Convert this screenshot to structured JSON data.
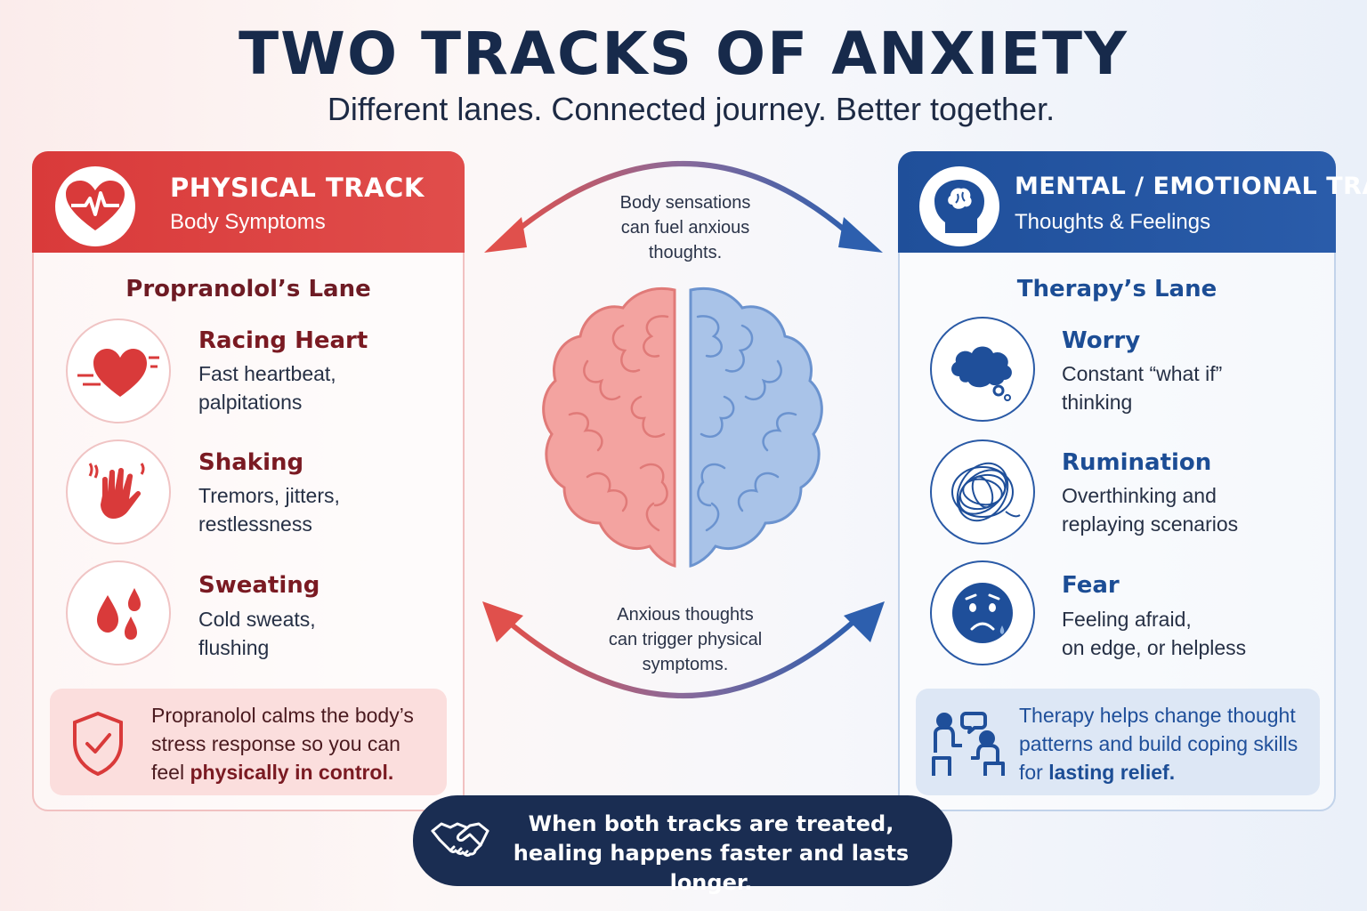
{
  "header": {
    "title": "TWO TRACKS OF ANXIETY",
    "subtitle": "Different lanes. Connected journey. Better together."
  },
  "colors": {
    "physical_red": "#d93a3a",
    "mental_blue": "#1f4f9a",
    "footer_navy": "#1a2d52"
  },
  "physical_track": {
    "title": "PHYSICAL TRACK",
    "subtitle": "Body Symptoms",
    "icon": "heartbeat-icon",
    "lane_title": "Propranolol’s Lane",
    "items": [
      {
        "title": "Racing Heart",
        "desc1": "Fast heartbeat,",
        "desc2": "palpitations",
        "icon": "racing-heart-icon"
      },
      {
        "title": "Shaking",
        "desc1": "Tremors, jitters,",
        "desc2": "restlessness",
        "icon": "shaking-hand-icon"
      },
      {
        "title": "Sweating",
        "desc1": "Cold sweats,",
        "desc2": "flushing",
        "icon": "sweat-drops-icon"
      }
    ],
    "callout": {
      "icon": "shield-check-icon",
      "text": "Propranolol calms the body’s stress response so you can feel ",
      "bold": "physically in control."
    }
  },
  "mental_track": {
    "title": "MENTAL / EMOTIONAL TRACK",
    "subtitle": "Thoughts & Feelings",
    "icon": "head-brain-icon",
    "lane_title": "Therapy’s Lane",
    "items": [
      {
        "title": "Worry",
        "desc1": "Constant “what if”",
        "desc2": "thinking",
        "icon": "thought-cloud-icon"
      },
      {
        "title": "Rumination",
        "desc1": "Overthinking and",
        "desc2": "replaying scenarios",
        "icon": "tangled-scribble-icon"
      },
      {
        "title": "Fear",
        "desc1": "Feeling afraid,",
        "desc2": "on edge, or helpless",
        "icon": "worried-face-icon"
      }
    ],
    "callout": {
      "icon": "therapy-session-icon",
      "text": "Therapy helps change thought patterns and build coping skills for ",
      "bold": "lasting relief."
    }
  },
  "connections": {
    "top_line1": "Body sensations",
    "top_line2": "can fuel anxious",
    "top_line3": "thoughts.",
    "bottom_line1": "Anxious thoughts",
    "bottom_line2": "can trigger physical",
    "bottom_line3": "symptoms."
  },
  "footer": {
    "icon": "handshake-icon",
    "line1": "When both tracks are treated,",
    "line2": "healing happens faster and lasts longer."
  }
}
